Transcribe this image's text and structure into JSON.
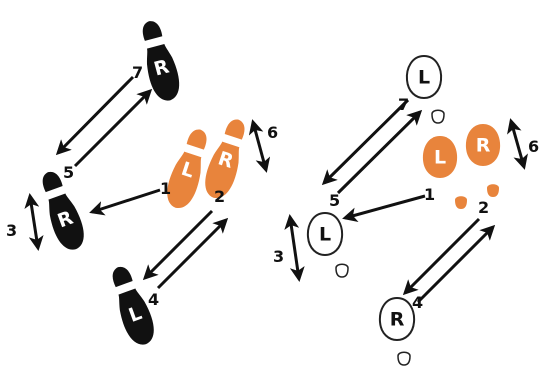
{
  "colors": {
    "black": "#111111",
    "orange": "#E8843C",
    "white": "#ffffff",
    "outline": "#222222"
  },
  "left_panel": {
    "shoes": {
      "r7": "R",
      "r5": "R",
      "l1": "L",
      "r2": "R",
      "l4": "L"
    },
    "steps": {
      "s7": "7",
      "s5": "5",
      "s1": "1",
      "s2": "2",
      "s3": "3",
      "s4": "4",
      "s6": "6"
    }
  },
  "right_panel": {
    "feet": {
      "l7": "L",
      "l5": "L",
      "l1": "L",
      "r2": "R",
      "r4": "R"
    },
    "steps": {
      "s7": "7",
      "s5": "5",
      "s1": "1",
      "s2": "2",
      "s3": "3",
      "s4": "4",
      "s6": "6"
    }
  }
}
